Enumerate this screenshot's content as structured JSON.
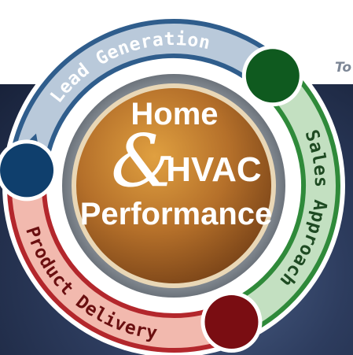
{
  "corner_text": "To",
  "hub": {
    "line1": "Home",
    "ampersand": "&",
    "line2": "HVAC",
    "line3": "Performance"
  },
  "segments": [
    {
      "label": "Lead Generation",
      "color": "#2f5d8c",
      "light": "#b9c9da"
    },
    {
      "label": "Sales Approach",
      "color": "#2f8a3a",
      "light": "#c3e0c1"
    },
    {
      "label": "Product Delivery",
      "color": "#b3272c",
      "light": "#f2b9ae"
    }
  ],
  "nodes": [
    {
      "name": "lead-generation-node",
      "color": "#0f3f6d"
    },
    {
      "name": "sales-approach-node",
      "color": "#0f5a1f"
    },
    {
      "name": "product-delivery-node",
      "color": "#7a0d12"
    }
  ]
}
